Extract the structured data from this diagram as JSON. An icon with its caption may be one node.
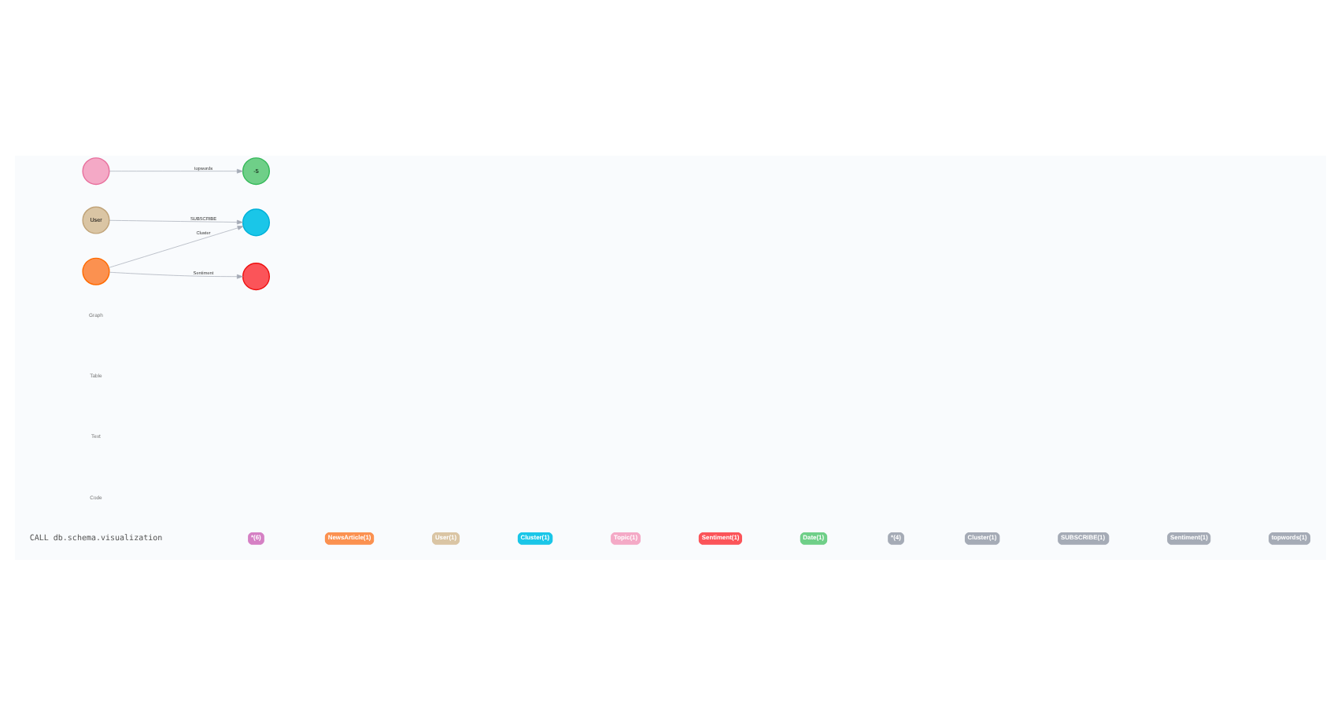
{
  "diagram": {
    "nodes": [
      {
        "text": [
          "User"
        ]
      },
      {
        "text": [],
        "shape": "circle"
      },
      {
        "text": [],
        "shape": "circle"
      },
      {
        "text": [],
        "shape": "circle"
      },
      {
        "text": [
          "-5"
        ]
      },
      {
        "text": [],
        "shape": "circle"
      }
    ],
    "edges": [
      {
        "from": 0,
        "to": 1,
        "arrow": "to",
        "label": "SUBSCRIBE"
      },
      {
        "from": 3,
        "to": 1,
        "arrow": "to",
        "label": "Cluster"
      },
      {
        "from": 2,
        "to": 4,
        "arrow": "to",
        "label": "topwords"
      },
      {
        "from": 3,
        "to": 5,
        "arrow": "to",
        "label": "Sentiment"
      }
    ],
    "labels": [
      "CALL db.schema.visualization",
      "Graph",
      "Table",
      "Text",
      "Code"
    ],
    "legend": [
      {
        "text": "*(6)",
        "color": "#d580c4"
      },
      {
        "text": "NewsArticle(1)",
        "color": "#fb9150"
      },
      {
        "text": "User(1)",
        "color": "#dac5a4"
      },
      {
        "text": "Cluster(1)",
        "color": "#1ac6e8"
      },
      {
        "text": "Topic(1)",
        "color": "#f4a9c6"
      },
      {
        "text": "Sentiment(1)",
        "color": "#fb5459"
      },
      {
        "text": "Date(1)",
        "color": "#6fcf88"
      },
      {
        "text": "*(4)",
        "color": "#a5abb6"
      },
      {
        "text": "Cluster(1)",
        "color": "#a5abb6"
      },
      {
        "text": "SUBSCRIBE(1)",
        "color": "#a5abb6"
      },
      {
        "text": "Sentiment(1)",
        "color": "#a5abb6"
      },
      {
        "text": "topwords(1)",
        "color": "#a5abb6"
      }
    ]
  }
}
